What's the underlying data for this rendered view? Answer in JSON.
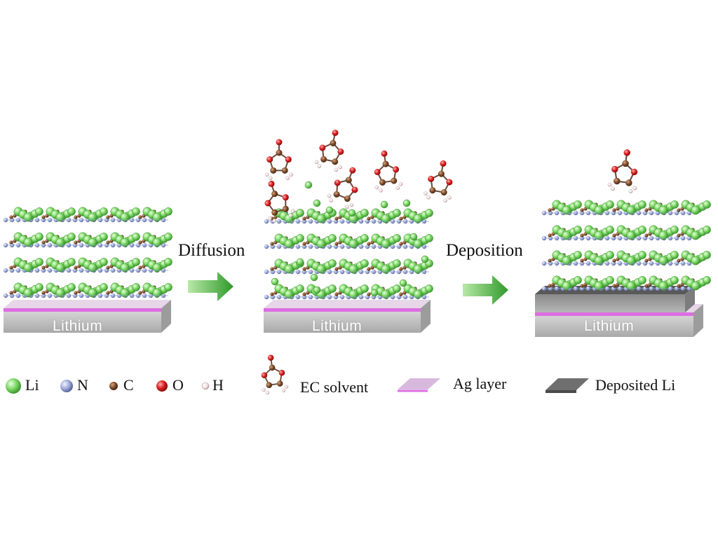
{
  "steps": {
    "diffusion": "Diffusion",
    "deposition": "Deposition"
  },
  "substrate": {
    "left": "Lithium",
    "middle": "Lithium",
    "right": "Lithium"
  },
  "legend": {
    "li": "Li",
    "n": "N",
    "c": "C",
    "o": "O",
    "h": "H",
    "ec": "EC  solvent",
    "ag": "Ag layer",
    "deposited": "Deposited Li"
  },
  "colors": {
    "li_atom": "#7dd866",
    "n_atom": "#9aa6d8",
    "c_atom": "#7a4a2a",
    "o_atom": "#dd2222",
    "h_atom": "#f0dede",
    "ag_layer": "#dc6ee2",
    "lithium_slab": "#c4c4c4",
    "deposited_li": "#6f6f6f",
    "arrow": "#43b23c"
  }
}
